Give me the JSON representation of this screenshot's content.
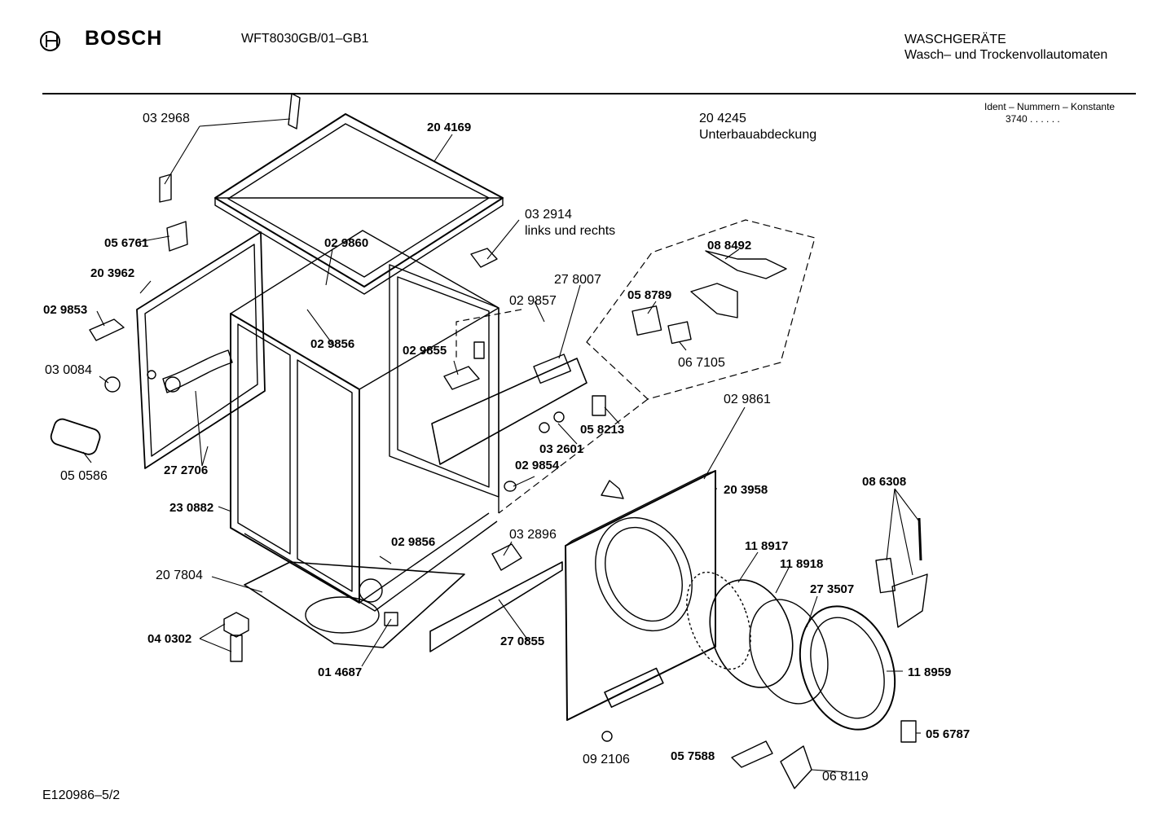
{
  "header": {
    "brand": "BOSCH",
    "model": "WFT8030GB/01–GB1",
    "category": "WASCHGERÄTE",
    "subcategory": "Wasch– und Trockenvollautomaten",
    "ident_label": "Ident – Nummern – Konstante",
    "ident_value": "3740  .  .   .  .  .  ."
  },
  "assembly": {
    "part_no": "20 4245",
    "name": "Unterbauabdeckung"
  },
  "footer": {
    "code": "E120986–5/2"
  },
  "parts": [
    {
      "id": "p032968",
      "text": "03 2968",
      "bold": false
    },
    {
      "id": "p204169",
      "text": "20 4169",
      "bold": true
    },
    {
      "id": "p056761",
      "text": "05 6761",
      "bold": true
    },
    {
      "id": "p029860",
      "text": "02 9860",
      "bold": true
    },
    {
      "id": "p032914",
      "text": "03 2914",
      "bold": false
    },
    {
      "id": "p032914b",
      "text": "links und rechts",
      "bold": false
    },
    {
      "id": "p088492",
      "text": "08 8492",
      "bold": true
    },
    {
      "id": "p203962",
      "text": "20 3962",
      "bold": true
    },
    {
      "id": "p278007",
      "text": "27 8007",
      "bold": false
    },
    {
      "id": "p058789",
      "text": "05 8789",
      "bold": true
    },
    {
      "id": "p029853",
      "text": "02 9853",
      "bold": true
    },
    {
      "id": "p029857",
      "text": "02 9857",
      "bold": false
    },
    {
      "id": "p029856a",
      "text": "02 9856",
      "bold": true
    },
    {
      "id": "p029855",
      "text": "02 9855",
      "bold": true
    },
    {
      "id": "p067105",
      "text": "06 7105",
      "bold": false
    },
    {
      "id": "p030084",
      "text": "03 0084",
      "bold": false
    },
    {
      "id": "p029861",
      "text": "02 9861",
      "bold": false
    },
    {
      "id": "p058213",
      "text": "05 8213",
      "bold": true
    },
    {
      "id": "p032601",
      "text": "03 2601",
      "bold": true
    },
    {
      "id": "p272706",
      "text": "27 2706",
      "bold": true
    },
    {
      "id": "p050586",
      "text": "05 0586",
      "bold": false
    },
    {
      "id": "p029854",
      "text": "02 9854",
      "bold": true
    },
    {
      "id": "p086308",
      "text": "08 6308",
      "bold": true
    },
    {
      "id": "p203958",
      "text": "20 3958",
      "bold": true
    },
    {
      "id": "p230882",
      "text": "23 0882",
      "bold": true
    },
    {
      "id": "p032896",
      "text": "03 2896",
      "bold": false
    },
    {
      "id": "p029856b",
      "text": "02 9856",
      "bold": true
    },
    {
      "id": "p118917",
      "text": "11 8917",
      "bold": true
    },
    {
      "id": "p118918",
      "text": "11 8918",
      "bold": true
    },
    {
      "id": "p207804",
      "text": "20 7804",
      "bold": false
    },
    {
      "id": "p273507",
      "text": "27 3507",
      "bold": true
    },
    {
      "id": "p040302",
      "text": "04 0302",
      "bold": true
    },
    {
      "id": "p270855",
      "text": "27 0855",
      "bold": true
    },
    {
      "id": "p118959",
      "text": "11 8959",
      "bold": true
    },
    {
      "id": "p014687",
      "text": "01 4687",
      "bold": true
    },
    {
      "id": "p056787",
      "text": "05 6787",
      "bold": true
    },
    {
      "id": "p057588",
      "text": "05 7588",
      "bold": true
    },
    {
      "id": "p092106",
      "text": "09 2106",
      "bold": false
    },
    {
      "id": "p068119",
      "text": "06 8119",
      "bold": false
    }
  ]
}
